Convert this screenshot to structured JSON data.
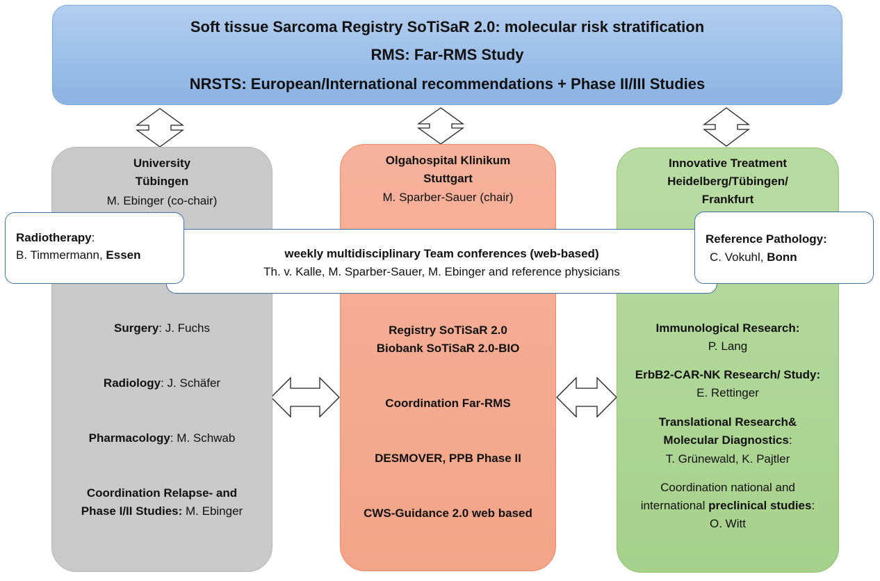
{
  "header": {
    "line1": "Soft tissue Sarcoma Registry SoTiSaR 2.0: molecular risk stratification",
    "line2": "RMS: Far-RMS Study",
    "line3": "NRSTS: European/International recommendations + Phase II/III Studies"
  },
  "left_column": {
    "title_line1": "University",
    "title_line2": "Tübingen",
    "chair": "M. Ebinger (co-chair)",
    "surgery_label": "Surgery",
    "surgery_name": ": J. Fuchs",
    "radiology_label": "Radiology",
    "radiology_name": ": J. Schäfer",
    "pharmacology_label": "Pharmacology",
    "pharmacology_name": ": M. Schwab",
    "relapse_line1": "Coordination Relapse- and",
    "relapse_line2_bold": "Phase I/II Studies:",
    "relapse_line2_name": " M. Ebinger"
  },
  "center_column": {
    "title_line1": "Olgahospital Klinikum",
    "title_line2": "Stuttgart",
    "chair": "M. Sparber-Sauer (chair)",
    "item1_line1": "Registry SoTiSaR 2.0",
    "item1_line2": "Biobank SoTiSaR 2.0-BIO",
    "item2": "Coordination Far-RMS",
    "item3": "DESMOVER, PPB Phase II",
    "item4": "CWS-Guidance 2.0 web based"
  },
  "right_column": {
    "title_line1": "Innovative Treatment",
    "title_line2": "Heidelberg/Tübingen/",
    "title_line3": "Frankfurt",
    "immuno_label": "Immunological Research:",
    "immuno_name": "P. Lang",
    "erbb2_label": "ErbB2-CAR-NK Research/ Study:",
    "erbb2_name": "E. Rettinger",
    "trans_line1": "Translational Research&",
    "trans_line2_bold": "Molecular Diagnostics",
    "trans_line2_rest": ":",
    "trans_names": "T. Grünewald, K. Pajtler",
    "coord_line1": "Coordination national and",
    "coord_line2_pre": "international ",
    "coord_line2_bold": "preclinical studies",
    "coord_line2_post": ":",
    "coord_name": "O. Witt"
  },
  "team_band": {
    "title": "weekly multidisciplinary Team conferences (web-based)",
    "members": "Th. v. Kalle, M. Sparber-Sauer, M. Ebinger and reference physicians"
  },
  "radiotherapy_box": {
    "label": "Radiotherapy",
    "colon": ":",
    "name": "B. Timmermann, ",
    "city": "Essen"
  },
  "pathology_box": {
    "label": "Reference Pathology:",
    "name": "C. Vokuhl, ",
    "city": "Bonn"
  },
  "colors": {
    "header_fill": "#9dc0ea",
    "grey_column": "#c9c9c9",
    "orange_column": "#f4a487",
    "green_column": "#a6d18b",
    "box_border": "#3f6fa6"
  }
}
